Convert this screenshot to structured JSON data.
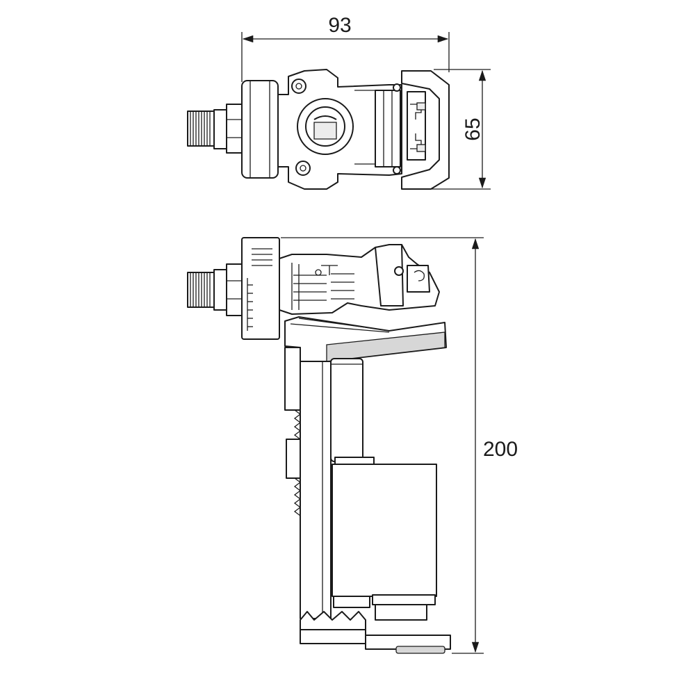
{
  "dimensions": {
    "width": "93",
    "depth": "65",
    "height": "200"
  }
}
